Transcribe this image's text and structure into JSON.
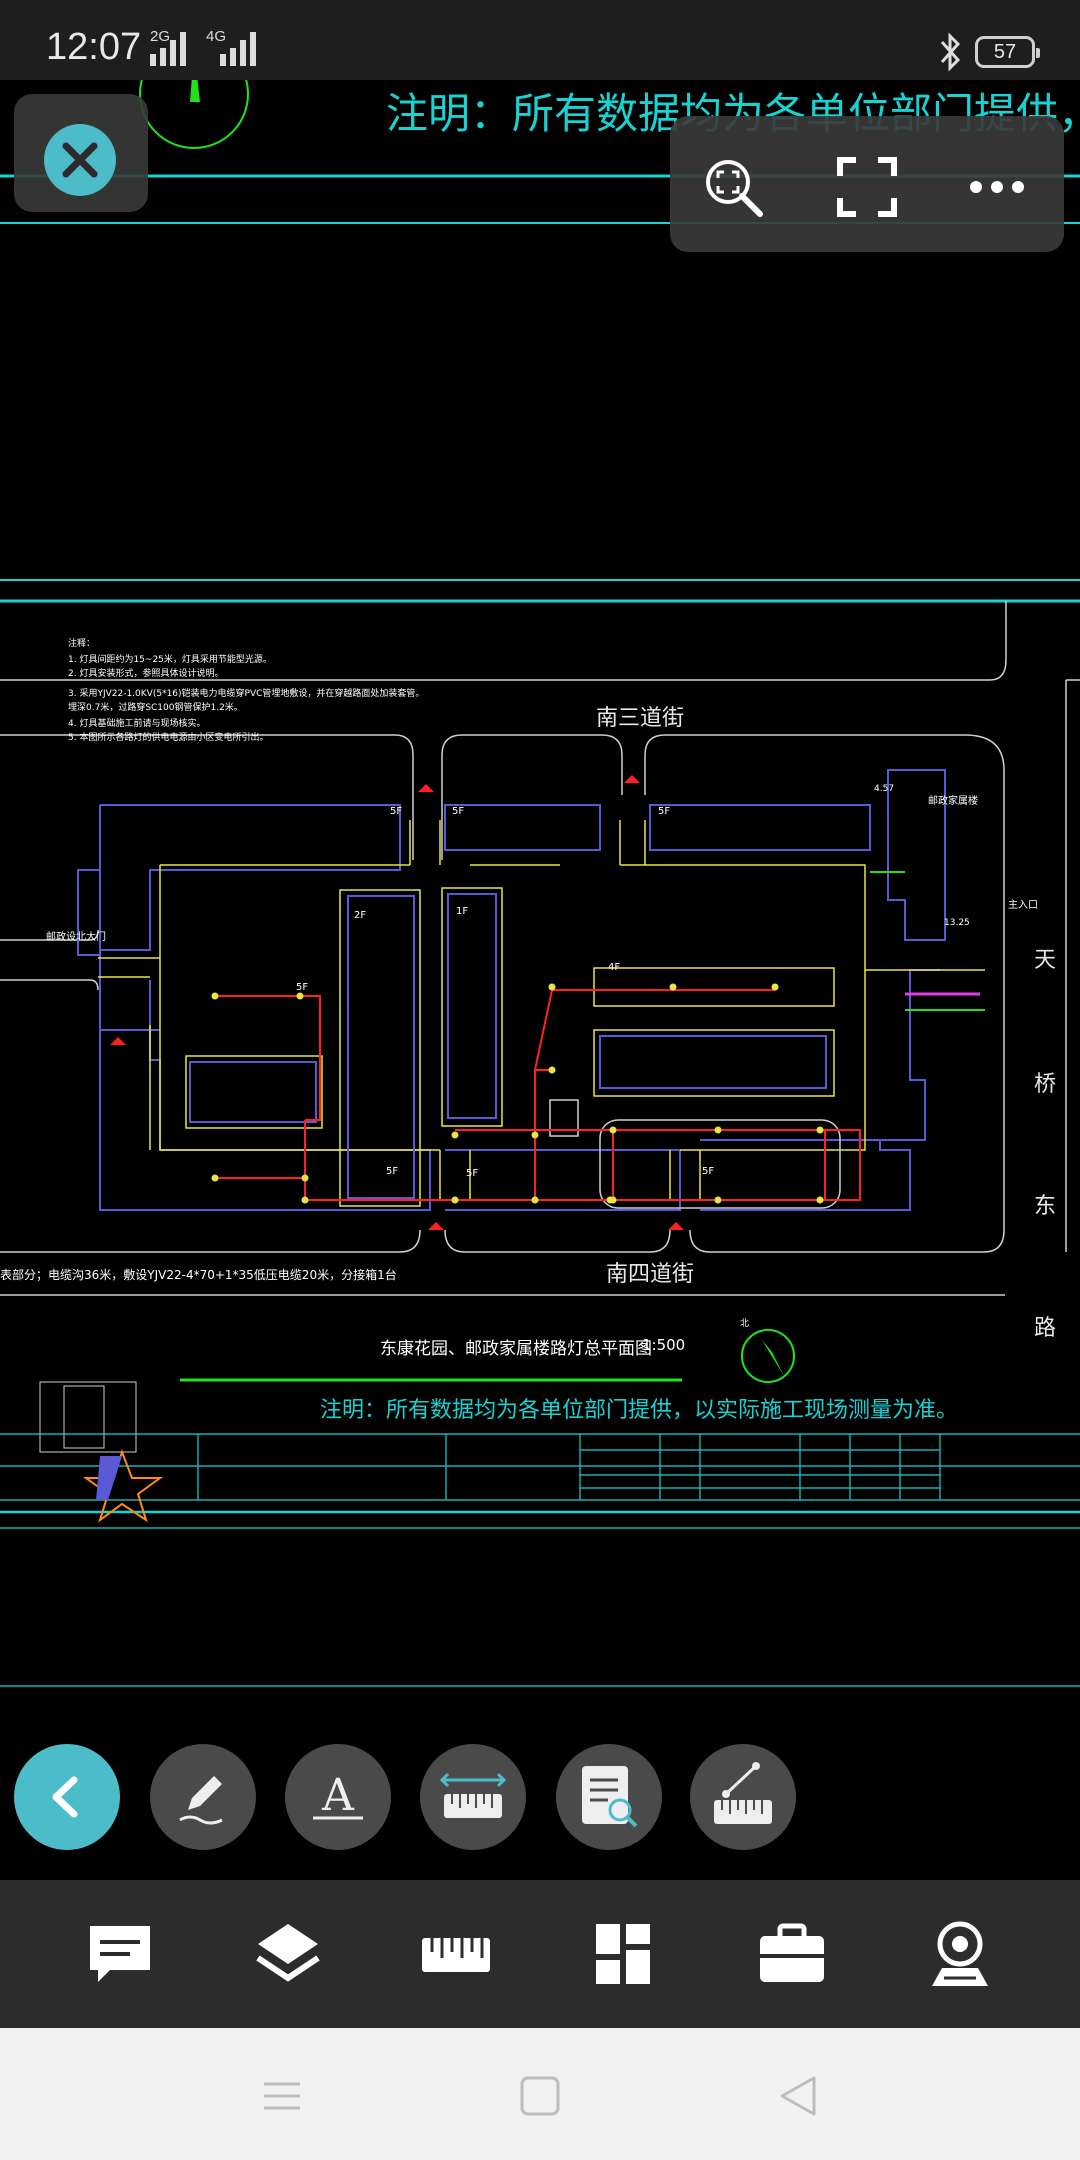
{
  "status_bar": {
    "time": "12:07",
    "net1": "2G",
    "net2": "4G",
    "battery": "57"
  },
  "drawing": {
    "top_note_partial": "注明：所有数据均为各单位部门提供，以实",
    "street_north": "南三道街",
    "street_south": "南四道街",
    "road_east": [
      "天",
      "桥",
      "东",
      "路"
    ],
    "title": "东康花园、邮政家属楼路灯总平面图",
    "scale": "1:500",
    "note": "注明：所有数据均为各单位部门提供，以实际施工现场测量为准。",
    "cable_note": "表部分；电缆沟36米，敷设YJV22-4*70+1*35低压电缆20米，分接箱1台",
    "building_label": "邮政家属楼",
    "main_entrance": "主入口",
    "side_gate": "邮政设北大门",
    "north_label": "北",
    "floor_labels": [
      "5F",
      "5F",
      "5F",
      "2F",
      "1F",
      "4F",
      "5F",
      "5F",
      "5F",
      "5F"
    ],
    "notes_header": "注释：",
    "notes": [
      "1. 灯具间距约为15~25米，灯具采用节能型光源。",
      "2. 灯具安装形式，参照具体设计说明。",
      "3. 采用YJV22-1.0KV(5*16)铠装电力电缆穿PVC管埋地敷设，并在穿越路面处加装套管。",
      "   埋深0.7米，过路穿SC100钢管保护1.2米。",
      "4. 灯具基础施工前请与现场核实。",
      "5. 本图所示各路灯的供电电源由小区变电所引出。"
    ],
    "dims": [
      "4.57",
      "13.25"
    ]
  },
  "tools": {
    "close": "close",
    "zoom_region": "zoom-region",
    "fullscreen": "fullscreen",
    "more": "more"
  },
  "bottom_tools": [
    "back",
    "annotate",
    "text",
    "measure-length",
    "find-text",
    "measure-line"
  ],
  "bottom_bar": [
    "comment",
    "layers",
    "ruler",
    "grid",
    "toolbox",
    "3d-view"
  ],
  "colors": {
    "accent": "#4bbcc8",
    "cad_cyan": "#19d3d3",
    "cad_blue": "#5a5ad6",
    "cad_yellow": "#e8e640",
    "cad_red": "#ff2020",
    "cad_green": "#21e21a"
  }
}
